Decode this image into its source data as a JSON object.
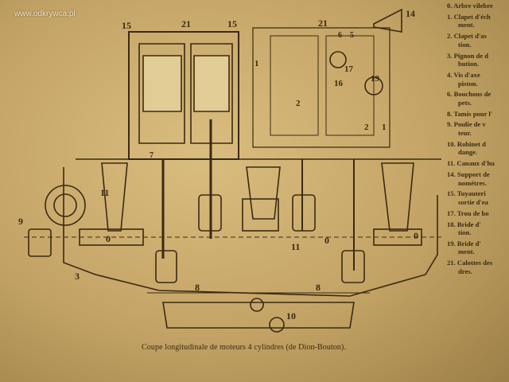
{
  "watermark": "www.odkrywca.pl",
  "caption": "Coupe longitudinale de moteurs 4 cylindres (de Dion-Bouton).",
  "figure_labels": {
    "l15a": "15",
    "l21a": "21",
    "l15b": "15",
    "l21b": "21",
    "l14": "14",
    "l1a": "1",
    "l17": "17",
    "l16": "16",
    "l19": "19",
    "l2a": "2",
    "l2b": "2",
    "l1b": "1",
    "l11a": "11",
    "l9": "9",
    "l0a": "0",
    "l0b": "0",
    "l0c": "0",
    "l11b": "11",
    "l3": "3",
    "l8a": "8",
    "l8b": "8",
    "l10": "10",
    "l7": "7",
    "l6": "6",
    "l5": "5"
  },
  "legend": [
    {
      "line1": "0. Arbre vilebre"
    },
    {
      "line1": "1. Clapet d'éch",
      "line2": "ment."
    },
    {
      "line1": "2. Clapet d'as",
      "line2": "tion."
    },
    {
      "line1": "3. Pignon de d",
      "line2": "bution."
    },
    {
      "line1": "4. Vis d'axe",
      "line2": "piston."
    },
    {
      "line1": "6. Bouchons de",
      "line2": "pets."
    },
    {
      "line1": "8. Tamis pour l'"
    },
    {
      "line1": "9. Poulie de v",
      "line2": "teur."
    },
    {
      "line1": "10. Robinet d",
      "line2": "dange."
    },
    {
      "line1": "11. Canaux d'hu"
    },
    {
      "line1": "14. Support de",
      "line2": "nomètres."
    },
    {
      "line1": "15. Tuyauteri",
      "line2": "sortie d'ea"
    },
    {
      "line1": "17. Trou de bo"
    },
    {
      "line1": "18. Bride d'",
      "line2": "tion."
    },
    {
      "line1": "19. Bride d'",
      "line2": "ment."
    },
    {
      "line1": "21. Calottes des",
      "line2": "dres."
    }
  ]
}
